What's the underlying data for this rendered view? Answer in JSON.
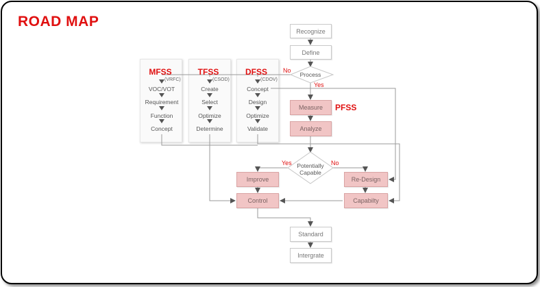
{
  "title": "ROAD MAP",
  "flow": {
    "recognize": "Recognize",
    "define": "Define",
    "process": "Process",
    "no_left": "No",
    "yes_down": "Yes",
    "measure": "Measure",
    "analyze": "Analyze",
    "pfss": "PFSS",
    "potentially_capable": "Potentially\nCapable",
    "yes_left": "Yes",
    "no_right": "No",
    "improve": "Improve",
    "redesign": "Re-Design",
    "control": "Control",
    "capability": "Capabilty",
    "standard": "Standard",
    "intergrate": "Intergrate"
  },
  "tracks": [
    {
      "name": "MFSS",
      "tag": "(VRFC)",
      "steps": [
        "VOC/VOT",
        "Requirement",
        "Function",
        "Concept"
      ]
    },
    {
      "name": "TFSS",
      "tag": "(CSOD)",
      "steps": [
        "Create",
        "Select",
        "Optimize",
        "Determine"
      ]
    },
    {
      "name": "DFSS",
      "tag": "(CDOV)",
      "steps": [
        "Concept",
        "Design",
        "Optimize",
        "Validate"
      ]
    }
  ]
}
